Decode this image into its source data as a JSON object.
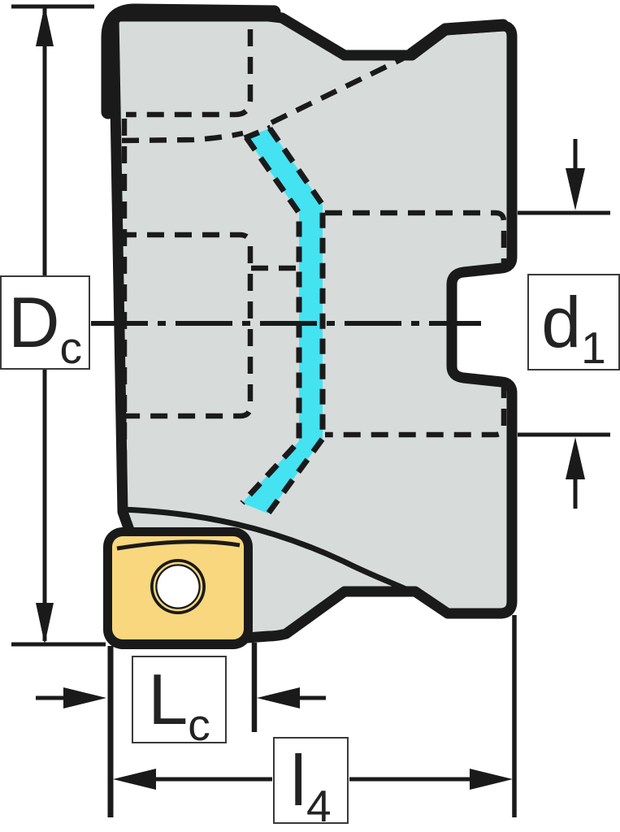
{
  "drawing": {
    "type": "technical-dimension-drawing",
    "subject": "Indexable shoulder milling cutter, side view with dimension callouts",
    "labels": {
      "dc": {
        "base": "D",
        "sub": "c"
      },
      "d1": {
        "base": "d",
        "sub": "1"
      },
      "lc": {
        "base": "L",
        "sub": "c"
      },
      "l4": {
        "base": "l",
        "sub": "4"
      }
    },
    "colors": {
      "background": "#FFFFFF",
      "body_fill": "#D7DCDA",
      "outline": "#1A1A1A",
      "highlight_cyan": "#45E2F2",
      "insert_yellow": "#F8D77E",
      "hole_fill": "#FFFFFF"
    }
  }
}
